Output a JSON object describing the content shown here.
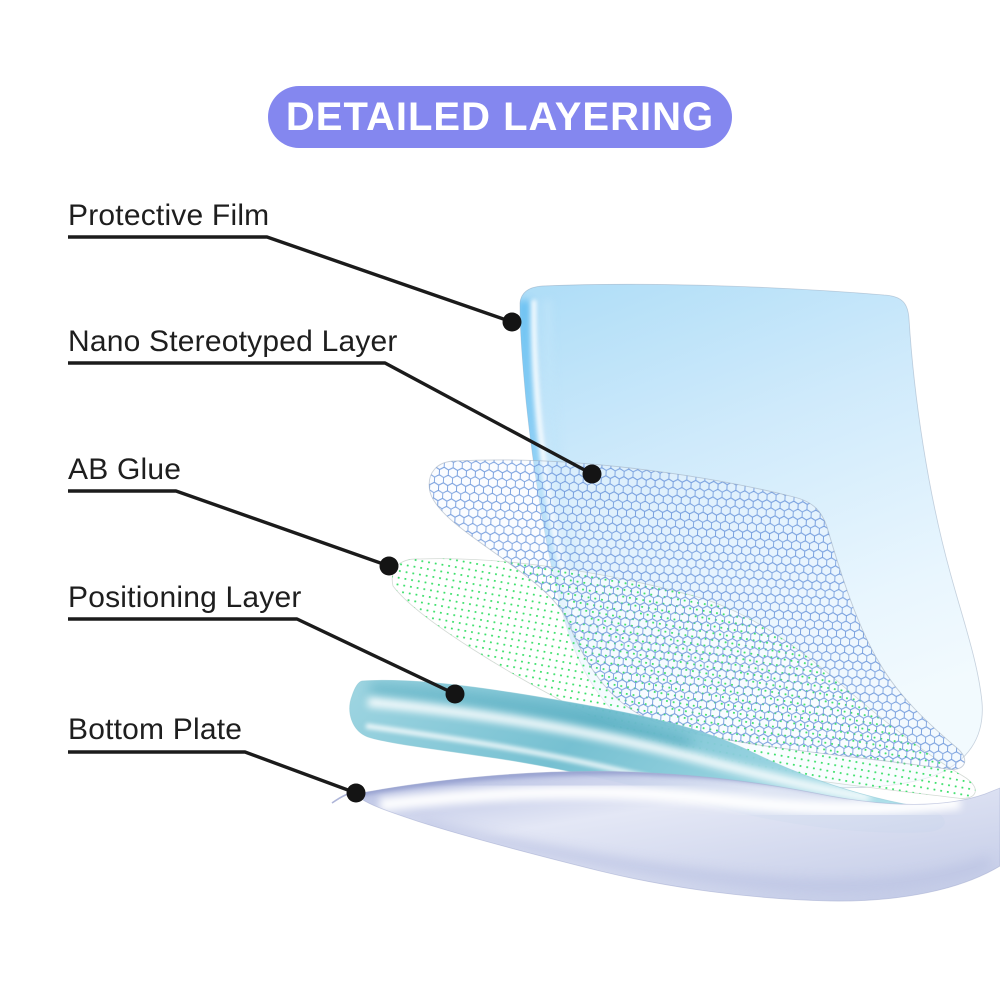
{
  "title": {
    "text": "DETAILED LAYERING"
  },
  "labels": [
    {
      "id": "protective-film",
      "text": "Protective Film"
    },
    {
      "id": "nano-stereotyped-layer",
      "text": "Nano Stereotyped Layer"
    },
    {
      "id": "ab-glue",
      "text": "AB Glue"
    },
    {
      "id": "positioning-layer",
      "text": "Positioning Layer"
    },
    {
      "id": "bottom-plate",
      "text": "Bottom Plate"
    }
  ],
  "illustration": {
    "type": "exploded-layer-diagram",
    "layers_top_to_bottom": [
      "Protective Film",
      "Nano Stereotyped Layer",
      "AB Glue",
      "Positioning Layer",
      "Bottom Plate"
    ]
  },
  "colors": {
    "badge_background": "#8487ef",
    "badge_text": "#ffffff",
    "label_text": "#1e1e1e",
    "leader_line": "#1b1b1b",
    "film_blue": "#b5e1f8",
    "mesh_hex_line": "#6b96db",
    "glue_dot_green": "#3bdf6a",
    "positioning_teal": "#6fbdcf",
    "bottom_plate_lavender": "#c3cbe7"
  }
}
